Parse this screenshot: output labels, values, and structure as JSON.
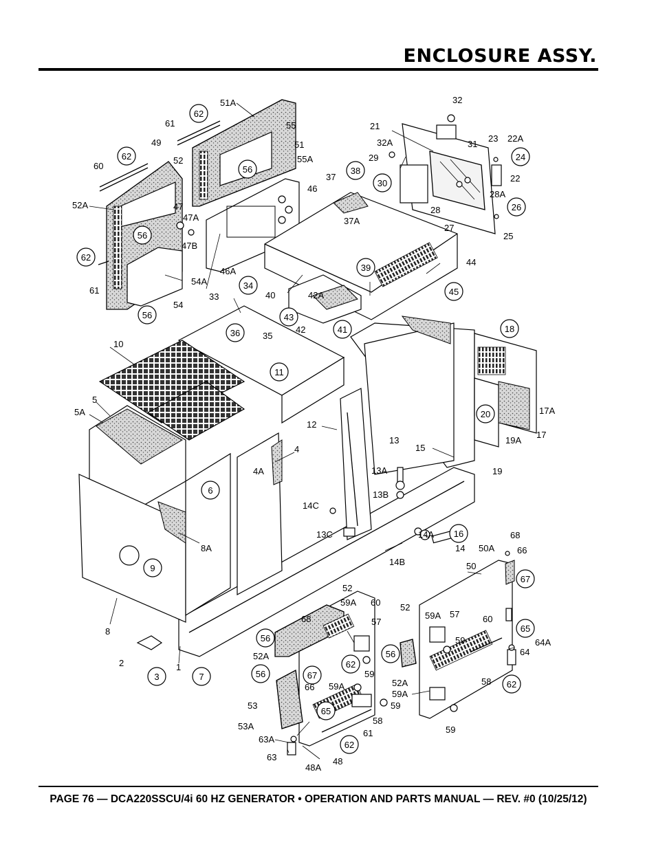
{
  "header": {
    "title": "ENCLOSURE ASSY."
  },
  "footer": {
    "text": "PAGE 76 — DCA220SSCU/4i 60 HZ GENERATOR • OPERATION AND PARTS MANUAL — REV. #0 (10/25/12)"
  },
  "labels": {
    "l1": "1",
    "l2": "2",
    "l3": "3",
    "l4": "4",
    "l4A": "4A",
    "l5": "5",
    "l5A": "5A",
    "l6": "6",
    "l7": "7",
    "l8": "8",
    "l8A": "8A",
    "l9": "9",
    "l10": "10",
    "l11": "11",
    "l12": "12",
    "l13": "13",
    "l13A": "13A",
    "l13B": "13B",
    "l13C": "13C",
    "l14": "14",
    "l14A": "14A",
    "l14B": "14B",
    "l14C": "14C",
    "l15": "15",
    "l16": "16",
    "l17": "17",
    "l17A": "17A",
    "l18": "18",
    "l19": "19",
    "l19A": "19A",
    "l20": "20",
    "l21": "21",
    "l22": "22",
    "l22A": "22A",
    "l23": "23",
    "l24": "24",
    "l25": "25",
    "l26": "26",
    "l27": "27",
    "l28": "28",
    "l28A": "28A",
    "l29": "29",
    "l30": "30",
    "l31": "31",
    "l32": "32",
    "l32A": "32A",
    "l33": "33",
    "l34": "34",
    "l35": "35",
    "l36": "36",
    "l37": "37",
    "l37A": "37A",
    "l38": "38",
    "l39": "39",
    "l40": "40",
    "l41": "41",
    "l42": "42",
    "l42A": "42A",
    "l43": "43",
    "l44": "44",
    "l45": "45",
    "l46": "46",
    "l46A": "46A",
    "l47": "47",
    "l47A": "47A",
    "l47B": "47B",
    "l48": "48",
    "l48A": "48A",
    "l49": "49",
    "l50": "50",
    "l50A": "50A",
    "l51": "51",
    "l51A": "51A",
    "l52": "52",
    "l52A": "52A",
    "l53": "53",
    "l53A": "53A",
    "l54": "54",
    "l54A": "54A",
    "l55": "55",
    "l55A": "55A",
    "l56": "56",
    "l57": "57",
    "l58": "58",
    "l59": "59",
    "l59A": "59A",
    "l60": "60",
    "l61": "61",
    "l62": "62",
    "l63": "63",
    "l63A": "63A",
    "l64": "64",
    "l64A": "64A",
    "l65": "65",
    "l66": "66",
    "l67": "67",
    "l68": "68"
  }
}
